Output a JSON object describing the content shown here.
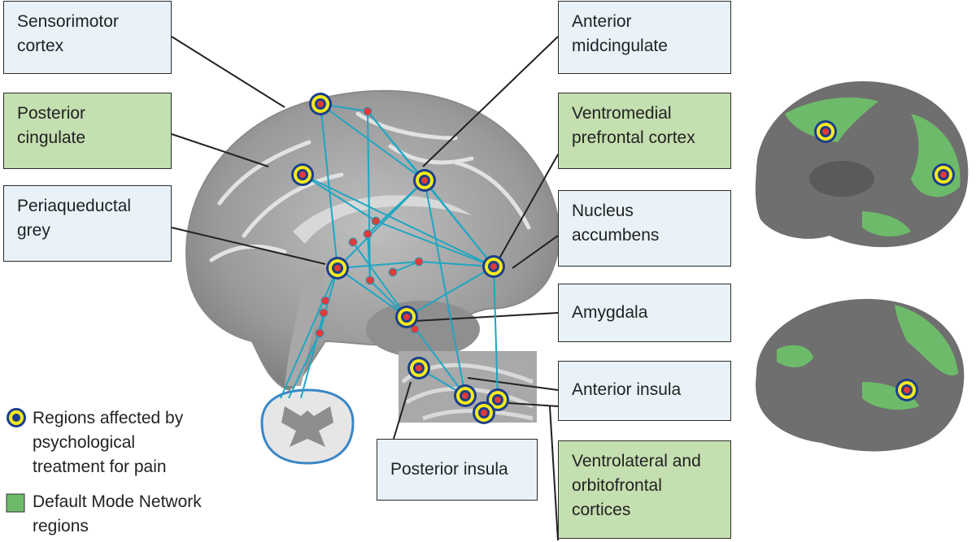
{
  "colors": {
    "network_line": "#1fa6c2",
    "ring_outer": "#1b3e8c",
    "ring_yellow": "#f7ea1c",
    "dot_red": "#e03a3a",
    "dmn_green": "#6dbb6a",
    "cortex_grey": "#6c6c6c",
    "box_blue": "#e8f2f8",
    "box_green": "#c4dfb0"
  },
  "labels": {
    "sensorimotor": "Sensorimotor\ncortex",
    "posterior_cingulate": "Posterior\ncingulate",
    "periaqueductal": "Periaqueductal\ngrey",
    "anterior_midcingulate": "Anterior\nmidcingulate",
    "vmpfc": "Ventromedial\nprefrontal cortex",
    "nucleus_accumbens": "Nucleus\naccumbens",
    "amygdala": "Amygdala",
    "anterior_insula": "Anterior insula",
    "posterior_insula": "Posterior insula",
    "vlofc": "Ventrolateral and\norbitofrontal\ncortices"
  },
  "legend": {
    "affected": "Regions affected by\npsychological\ntreatment for pain",
    "dmn": "Default Mode Network\nregions"
  },
  "icons": [
    "affected-region-marker-icon",
    "dmn-swatch-icon",
    "spinal-cord-icon",
    "brain-sagittal-icon",
    "brain-medial-surface-icon",
    "brain-lateral-surface-icon"
  ]
}
